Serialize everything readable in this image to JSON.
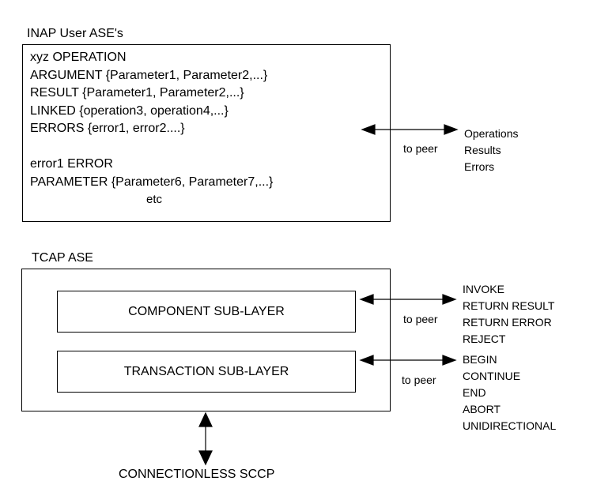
{
  "inap": {
    "title": "INAP User ASE's",
    "lines": [
      "xyz OPERATION",
      "ARGUMENT {Parameter1, Parameter2,...}",
      "RESULT {Parameter1, Parameter2,...}",
      "LINKED {operation3, operation4,...}",
      "ERRORS {error1, error2....}",
      "",
      "error1 ERROR",
      "PARAMETER {Parameter6, Parameter7,...}"
    ],
    "etc": "etc",
    "peer_label": "to peer",
    "messages": [
      "Operations",
      "Results",
      "Errors"
    ]
  },
  "tcap": {
    "title": "TCAP ASE",
    "component": {
      "label": "COMPONENT SUB-LAYER",
      "peer_label": "to peer",
      "messages": [
        "INVOKE",
        "RETURN RESULT",
        "RETURN ERROR",
        "REJECT"
      ]
    },
    "transaction": {
      "label": "TRANSACTION SUB-LAYER",
      "peer_label": "to peer",
      "messages": [
        "BEGIN",
        "CONTINUE",
        "END",
        "ABORT",
        "UNIDIRECTIONAL"
      ]
    }
  },
  "sccp": {
    "label": "CONNECTIONLESS SCCP"
  }
}
